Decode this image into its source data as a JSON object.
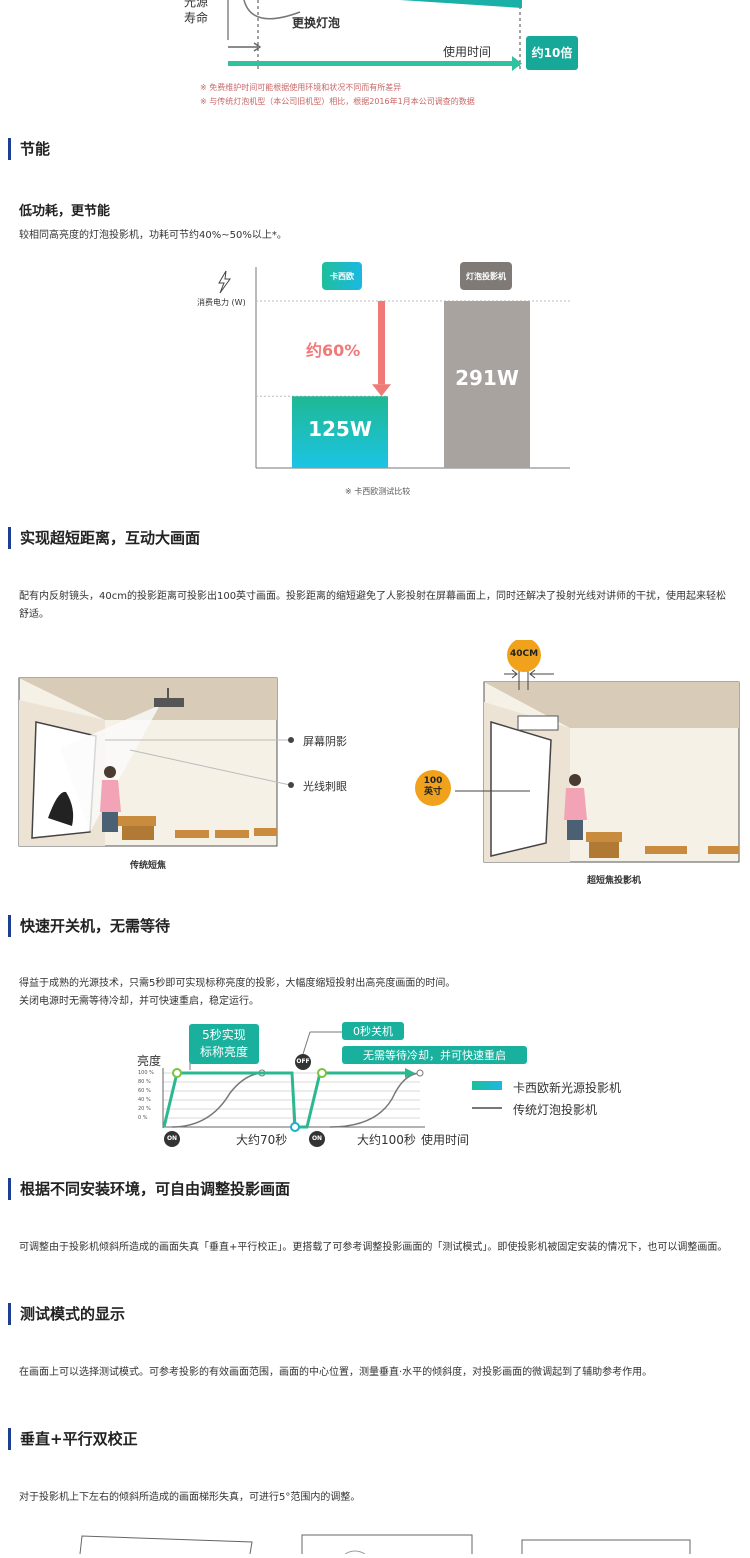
{
  "lifespan_chart": {
    "ylabel_line1": "光源",
    "ylabel_line2": "寿命",
    "lamp_replace": "更换灯泡",
    "xlabel": "使用时间",
    "ratio_badge": "约10倍",
    "note1": "※ 免费维护时间可能根据使用环境和状况不同而有所差异",
    "note2": "※ 与传统灯泡机型（本公司旧机型）相比，根据2016年1月本公司调查的数据"
  },
  "energy": {
    "heading": "节能",
    "subheading": "低功耗，更节能",
    "text": "较相同高亮度的灯泡投影机，功耗可节约40%~50%以上*。",
    "chart_data": {
      "type": "bar",
      "categories": [
        "卡西欧",
        "灯泡投影机"
      ],
      "values": [
        125,
        291
      ],
      "value_labels": [
        "125W",
        "291W"
      ],
      "ylabel": "消费电力 (W)",
      "reduction_label": "约60%",
      "note": "※ 卡西欧测试比较",
      "colors": {
        "casio_top": "#1fb7b0",
        "casio_bottom": "#1dc4e0",
        "lamp": "#a8a39f",
        "arrow": "#f07a78"
      }
    }
  },
  "ultra_short": {
    "heading": "实现超短距离，互动大画面",
    "text": "配有内反射镜头，40cm的投影距离可投影出100英寸画面。投影距离的缩短避免了人影投射在屏幕画面上，同时还解决了投射光线对讲师的干扰，使用起来轻松舒适。",
    "left_caption": "传统短焦",
    "callout_shadow": "屏幕阴影",
    "callout_glare": "光线刺眼",
    "right_caption": "超短焦投影机",
    "distance_badge": "40CM",
    "size_badge_line1": "100",
    "size_badge_line2": "英寸"
  },
  "quick_start": {
    "heading": "快速开关机，无需等待",
    "text_line1": "得益于成熟的光源技术，只需5秒即可实现标称亮度的投影，大幅度缩短投射出高亮度画面的时间。",
    "text_line2": "关闭电源时无需等待冷却，并可快速重启，稳定运行。",
    "chart_data": {
      "type": "line",
      "ylabel": "亮度",
      "yticks": [
        "100 %",
        "80 %",
        "60 %",
        "40 %",
        "20 %",
        "0 %"
      ],
      "callout_5s_line1": "5秒实现",
      "callout_5s_line2": "标称亮度",
      "callout_off": "0秒关机",
      "callout_restart": "无需等待冷却，并可快速重启",
      "label_70": "大约70秒",
      "label_100": "大约100秒",
      "xlabel": "使用时间",
      "on_label": "ON",
      "off_label": "OFF",
      "legend": [
        "卡西欧新光源投影机",
        "传统灯泡投影机"
      ]
    }
  },
  "adjust": {
    "heading": "根据不同安装环境，可自由调整投影画面",
    "text": "可调整由于投影机倾斜所造成的画面失真「垂直+平行校正」。更搭载了可参考调整投影画面的「测试模式」。即使投影机被固定安装的情况下，也可以调整画面。"
  },
  "test_mode": {
    "heading": "测试模式的显示",
    "text": "在画面上可以选择测试模式。可参考投影的有效画面范围，画面的中心位置，测量垂直·水平的倾斜度，对投影画面的微调起到了辅助参考作用。"
  },
  "keystone": {
    "heading": "垂直+平行双校正",
    "text": "对于投影机上下左右的倾斜所造成的画面梯形失真，可进行5°范围内的调整。"
  }
}
